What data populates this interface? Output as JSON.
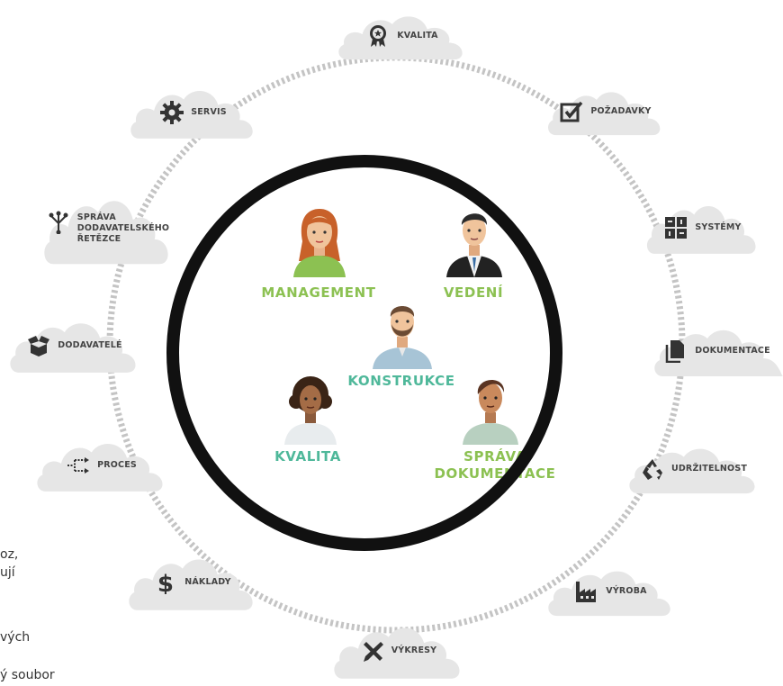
{
  "clouds": {
    "kvalita": "KVALITA",
    "pozadavky": "POŽADAVKY",
    "systemy": "SYSTÉMY",
    "dokumentace": "DOKUMENTACE",
    "udrzitelnost": "UDRŽITELNOST",
    "vyroba": "VÝROBA",
    "vykresy": "VÝKRESY",
    "naklady": "NÁKLADY",
    "proces": "PROCES",
    "dodavatele": "DODAVATELÉ",
    "sprava_dodavatelskeho": "SPRÁVA\nDODAVATELSKÉHO\nŘETĚZCE",
    "servis": "SERVIS"
  },
  "roles": {
    "management": "MANAGEMENT",
    "vedeni": "VEDENÍ",
    "konstrukce": "KONSTRUKCE",
    "kvalita": "KVALITA",
    "sprava": "SPRÁVA",
    "dokumentace": "DOKUMENTACE"
  },
  "side_text": {
    "line1": "oz,",
    "line2": "ují",
    "line3": "vých",
    "line4": "ý soubor"
  },
  "colors": {
    "green": "#8cc152",
    "teal": "#4fb89a",
    "cloud": "#e6e6e6",
    "ring": "#111111",
    "dash": "#bdbdbd"
  }
}
